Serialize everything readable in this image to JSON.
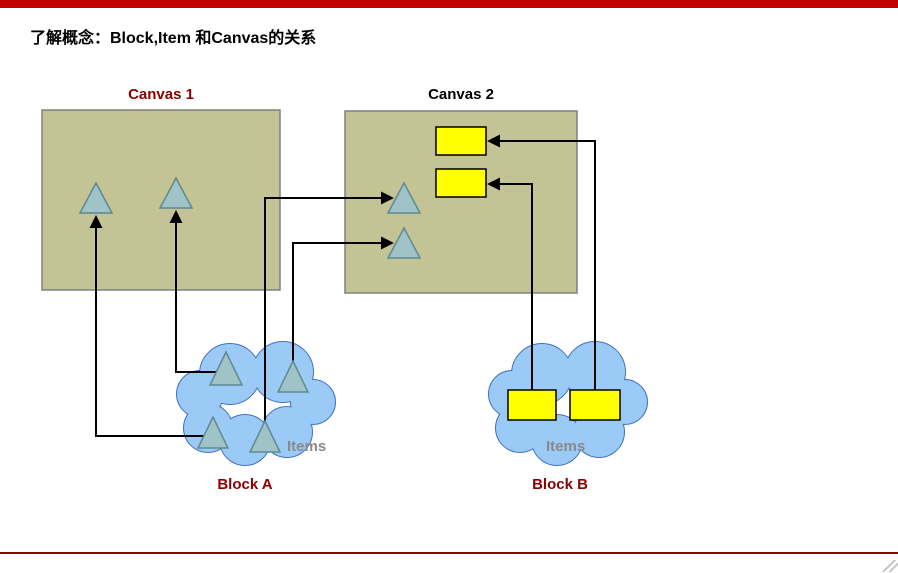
{
  "page": {
    "title": "了解概念：Block,Item 和Canvas的关系"
  },
  "diagram": {
    "canvas1": {
      "label": "Canvas 1",
      "items": [
        "triangle-item",
        "triangle-item"
      ]
    },
    "canvas2": {
      "label": "Canvas 2",
      "items": [
        "yellow-item",
        "yellow-item",
        "triangle-item",
        "triangle-item"
      ]
    },
    "block_a": {
      "label": "Block A",
      "items_label": "Items",
      "items": [
        "triangle-item",
        "triangle-item",
        "triangle-item",
        "triangle-item"
      ]
    },
    "block_b": {
      "label": "Block B",
      "items_label": "Items",
      "items": [
        "yellow-item",
        "yellow-item"
      ]
    },
    "connections": [
      {
        "from": "block-a-triangle-1",
        "to": "canvas1-triangle-1"
      },
      {
        "from": "block-a-triangle-2",
        "to": "canvas1-triangle-2"
      },
      {
        "from": "block-a-triangle-3",
        "to": "canvas2-triangle-1"
      },
      {
        "from": "block-a-triangle-4",
        "to": "canvas2-triangle-2"
      },
      {
        "from": "block-b-item-1",
        "to": "canvas2-yellow-item-2"
      },
      {
        "from": "block-b-item-2",
        "to": "canvas2-yellow-item-1"
      }
    ]
  },
  "colors": {
    "top_bar": "#C00000",
    "bottom_rule": "#8B0000",
    "canvas_fill": "#C3C396",
    "canvas_border": "#808080",
    "triangle_fill": "#9FC3C6",
    "triangle_border": "#5E8A90",
    "item_fill": "#FFFF00",
    "item_border": "#000000",
    "cloud_fill": "#9CCAF7",
    "cloud_border": "#4472C4",
    "canvas1_label": "#8B0000",
    "canvas2_label": "#000000",
    "block_label": "#8B0000",
    "items_label": "#8A8A8A",
    "arrow": "#000000"
  }
}
